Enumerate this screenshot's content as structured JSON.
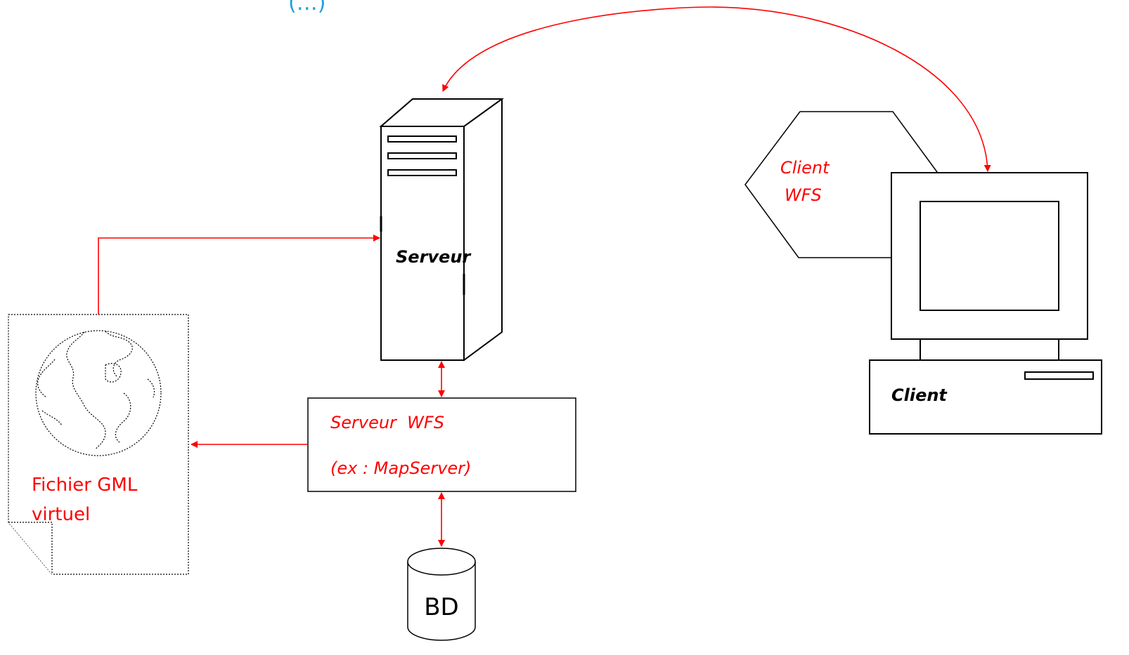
{
  "header": {
    "fragment": "(…)"
  },
  "nodes": {
    "serveur": {
      "label": "Serveur"
    },
    "serveur_wfs": {
      "line1": "Serveur  WFS",
      "line2": "(ex : MapServer)"
    },
    "bd": {
      "label": "BD"
    },
    "fichier_gml": {
      "line1": "Fichier GML",
      "line2": "virtuel"
    },
    "client": {
      "label": "Client"
    },
    "client_wfs": {
      "line1": "Client",
      "line2": "WFS"
    }
  },
  "colors": {
    "connector": "#ff0000",
    "red_text": "#ff0000",
    "header_text": "#1ea0dc",
    "outline": "#000000"
  }
}
